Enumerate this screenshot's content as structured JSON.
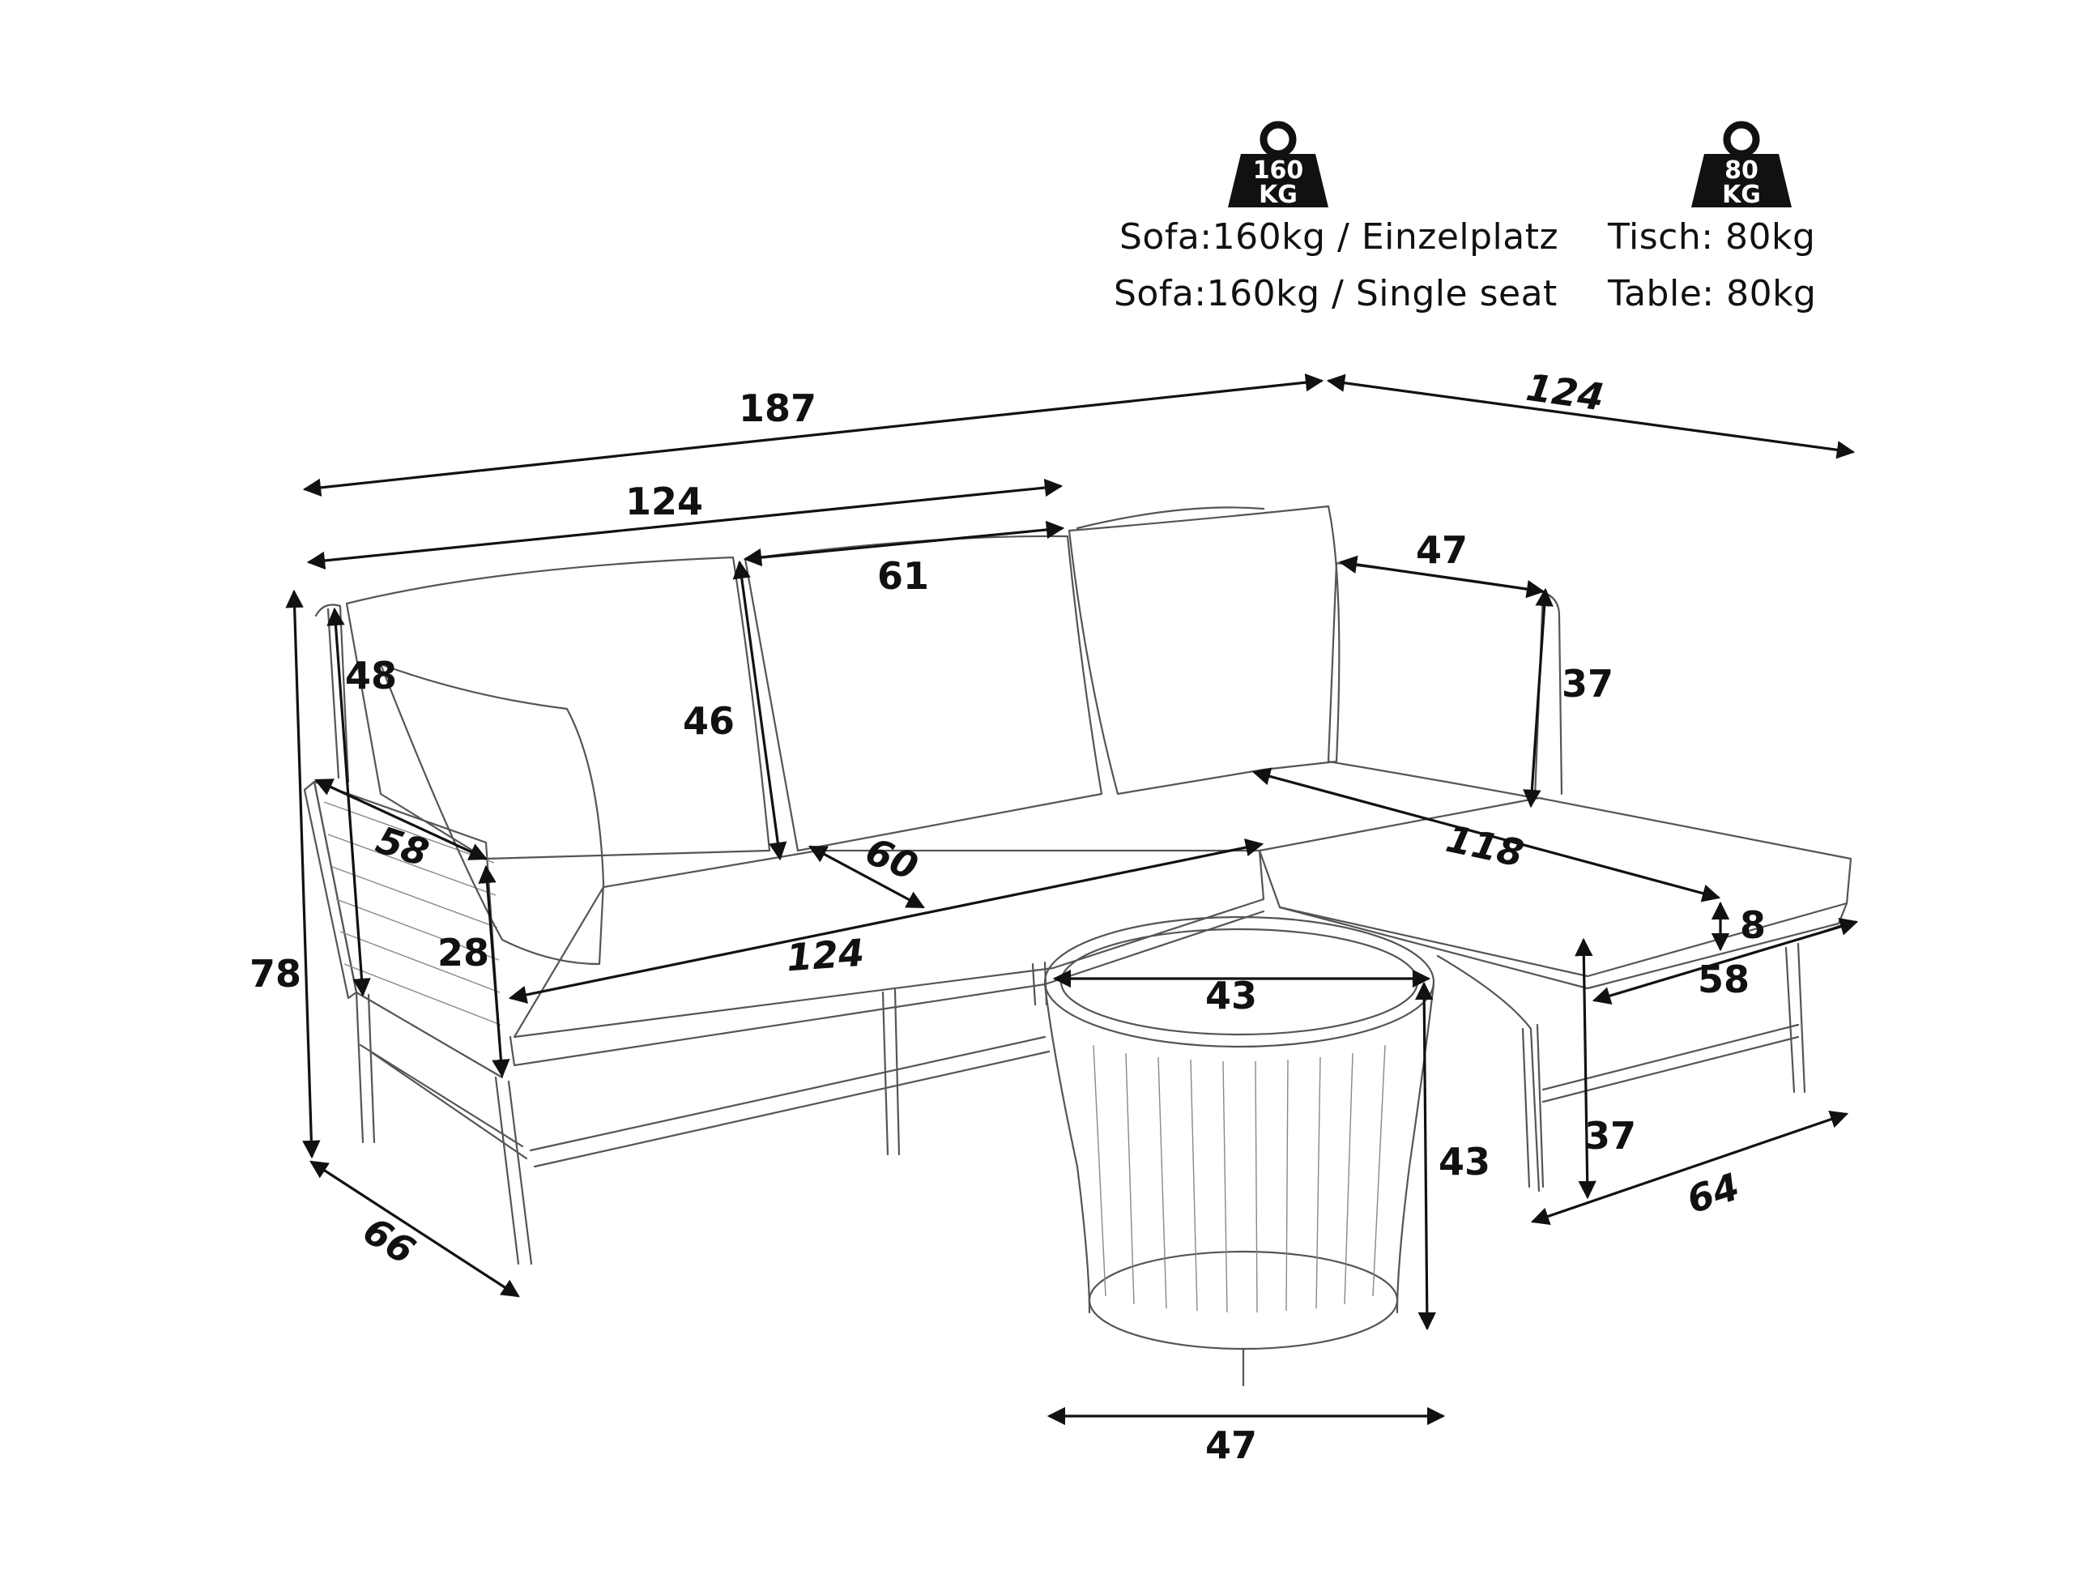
{
  "weights": {
    "sofa": {
      "badge_line1": "160",
      "badge_line2": "KG",
      "label_de": "Sofa:160kg / Einzelplatz",
      "label_en": "Sofa:160kg / Single seat"
    },
    "table": {
      "badge_line1": "80",
      "badge_line2": "KG",
      "label_de": "Tisch: 80kg",
      "label_en": "Table: 80kg"
    }
  },
  "dimensions": {
    "total_width": "187",
    "chaise_length": "124",
    "sofa_width": "124",
    "cushion_width": "61",
    "side_pillow_width": "47",
    "overall_height": "78",
    "backrest_height": "48",
    "cushion_height": "46",
    "side_pillow_height": "37",
    "armrest_depth": "58",
    "seat_depth": "60",
    "chaise_depth": "118",
    "armrest_height": "28",
    "seat_length": "124",
    "cushion_thickness": "8",
    "chaise_width": "58",
    "table_top": "43",
    "table_height": "43",
    "table_base": "47",
    "seat_height": "37",
    "chaise_leg_span": "64",
    "depth": "66"
  },
  "colors": {
    "ink": "#111111",
    "sketch": "#555555",
    "badge": "#111111"
  }
}
